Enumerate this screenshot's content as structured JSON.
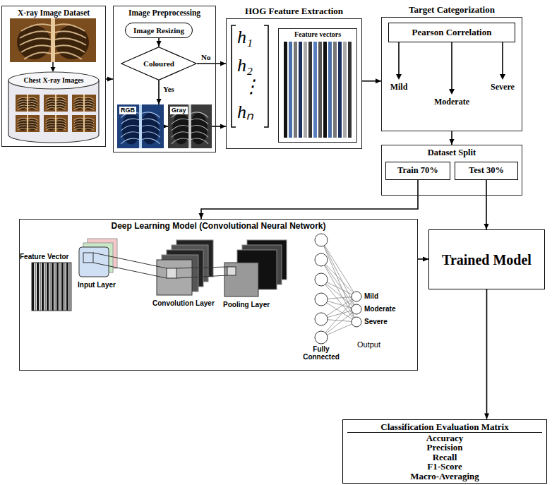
{
  "diagram": {
    "nodes": [
      {
        "text": [
          "X-ray Image Dataset"
        ]
      },
      {
        "text": [
          "Chest X-ray Images"
        ],
        "in": 0
      },
      {
        "text": [
          "Image Preprocessing"
        ]
      },
      {
        "text": [
          "Image Resizing"
        ],
        "in": 2
      },
      {
        "text": [
          "Coloured"
        ],
        "in": 2
      },
      {
        "text": [
          "RGB"
        ],
        "in": 2
      },
      {
        "text": [
          "Gray"
        ],
        "in": 2
      },
      {
        "text": [
          "HOG Feature Extraction"
        ]
      },
      {
        "text": [
          "Feature vectors"
        ],
        "in": 7
      },
      {
        "text": [
          "Target Categorization"
        ]
      },
      {
        "text": [
          "Pearson Correlation"
        ],
        "in": 9
      },
      {
        "text": [
          "Dataset Split"
        ]
      },
      {
        "text": [
          "Train 70%"
        ],
        "in": 11
      },
      {
        "text": [
          "Test 30%"
        ],
        "in": 11
      },
      {
        "text": [
          "Deep Learning Model (Convolutional Neural Network)"
        ]
      },
      {
        "text": [
          "Trained Model"
        ]
      },
      {
        "text": [
          "Classification Evaluation Matrix",
          "Accuracy",
          "Precision",
          "Recall",
          "F1-Score",
          "Macro-Averaging"
        ]
      }
    ],
    "edges": [
      {
        "from": 0,
        "to": 2,
        "arrow": "to"
      },
      {
        "from": 3,
        "to": 4,
        "arrow": "to"
      },
      {
        "from": 4,
        "to": 5,
        "label": "Yes",
        "arrow": "to"
      },
      {
        "from": 5,
        "to": 6,
        "arrow": "to"
      },
      {
        "from": 4,
        "to": 7,
        "label": "No",
        "arrow": "to"
      },
      {
        "from": 6,
        "to": 7,
        "arrow": "to"
      },
      {
        "from": 7,
        "to": 9,
        "arrow": "to"
      },
      {
        "from": 9,
        "to": 11,
        "arrow": "to"
      },
      {
        "from": 12,
        "to": 14,
        "arrow": "to"
      },
      {
        "from": 13,
        "to": 15,
        "arrow": "to"
      },
      {
        "from": 14,
        "to": 15,
        "arrow": "to"
      },
      {
        "from": 15,
        "to": 16,
        "arrow": "to"
      }
    ],
    "labels": [
      "h₁",
      "h₂",
      "⋮",
      "hₙ",
      "Mild",
      "Moderate",
      "Severe",
      "Feature Vector",
      "Input Layer",
      "Convolution Layer",
      "Pooling Layer",
      "Fully Connected",
      "Mild",
      "Moderate",
      "Severe",
      "Output"
    ]
  }
}
